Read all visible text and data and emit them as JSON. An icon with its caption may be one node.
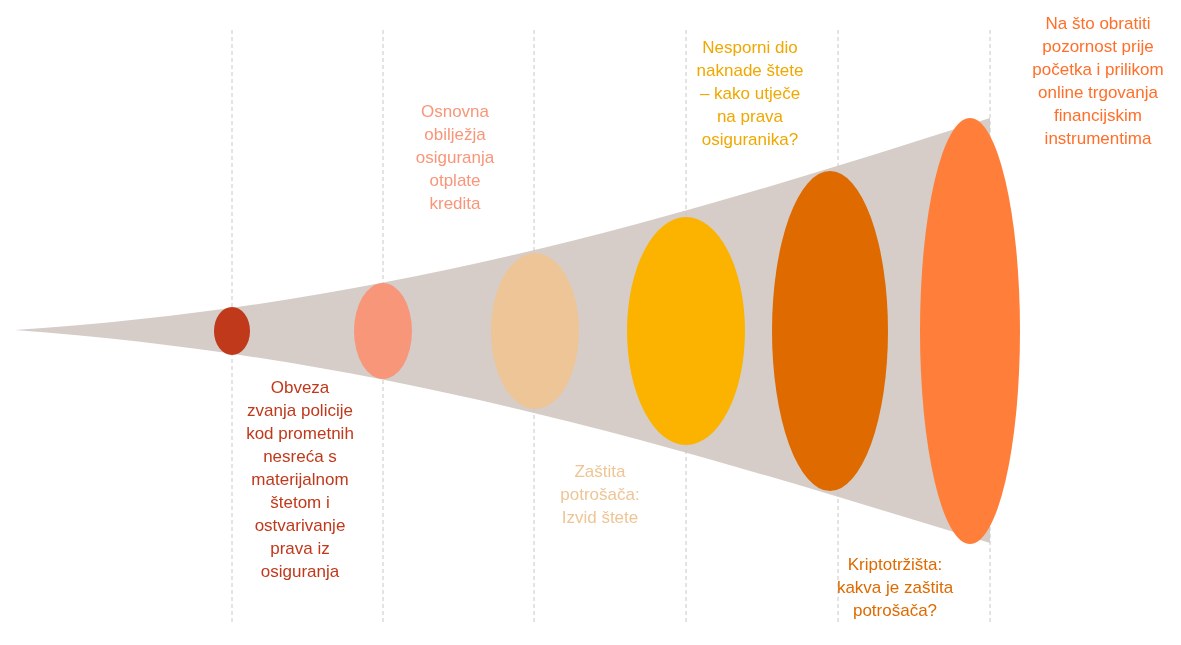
{
  "diagram": {
    "nodes": [
      {
        "text": [],
        "shape": "circle"
      },
      {
        "text": [],
        "shape": "circle"
      },
      {
        "text": [],
        "shape": "circle"
      },
      {
        "text": [],
        "shape": "circle"
      },
      {
        "text": [],
        "shape": "circle"
      },
      {
        "text": [],
        "shape": "circle"
      }
    ],
    "labels": [
      "Obveza zvanja policije kod prometnih nesreća s materijalnom štetom i ostvarivanje prava iz osiguranja",
      "Osnovna obilježja osiguranja otplate kredita",
      "Zaštita potrošača: Izvid štete",
      "Nesporni dio naknade štete – kako utječe na prava osiguranika?",
      "Kriptotržišta: kakva je zaštita potrošača?",
      "Na što obratiti pozornost prije početka i prilikom online trgovanja financijskim instrumentima"
    ]
  }
}
